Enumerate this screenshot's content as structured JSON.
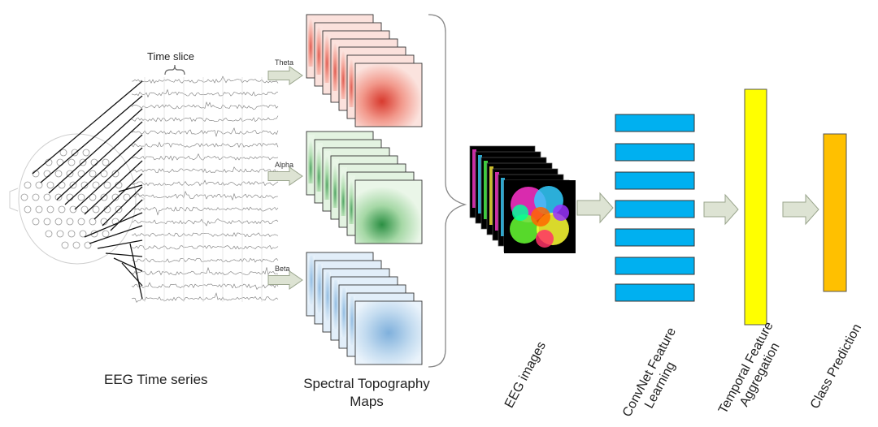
{
  "labels": {
    "time_slice": "Time slice",
    "eeg_time_series": "EEG Time series",
    "spectral_maps": "Spectral Topography Maps",
    "eeg_images": "EEG images",
    "convnet_line1": "ConvNet Feature",
    "convnet_line2": "Learning",
    "temporal_line1": "Temporal Feature",
    "temporal_line2": "Aggregation",
    "class_prediction": "Class Prediction"
  },
  "bands": [
    {
      "name": "Theta",
      "color": "#e0473a",
      "base": "#fbe1dc"
    },
    {
      "name": "Alpha",
      "color": "#2f9a4a",
      "base": "#e3f3e1"
    },
    {
      "name": "Beta",
      "color": "#5b93c9",
      "base": "#e2eef9"
    }
  ],
  "colors": {
    "convnet_block": "#00b0f0",
    "temporal_block": "#ffff00",
    "class_block": "#ffc000",
    "arrow_fill": "#dde3d3",
    "arrow_stroke": "#9aa58d"
  }
}
